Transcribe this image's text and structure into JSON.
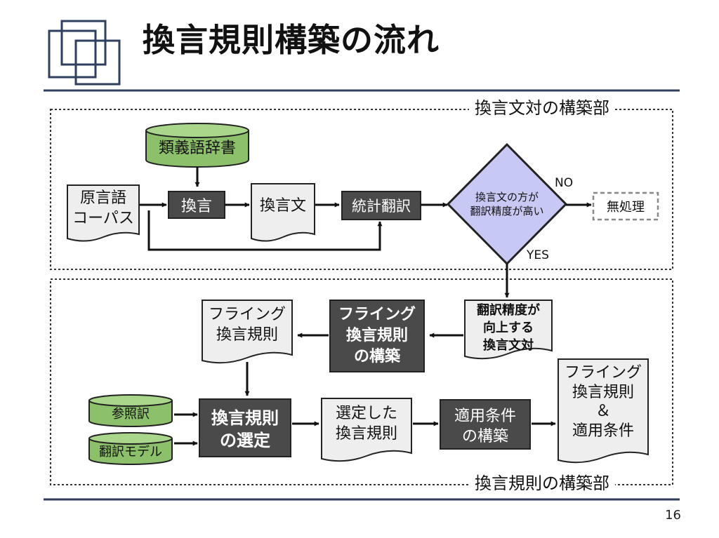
{
  "slide": {
    "title": "換言規則構築の流れ",
    "page_number": "16"
  },
  "sections": {
    "top_label": "換言文対の構築部",
    "bottom_label": "換言規則の構築部"
  },
  "nodes": {
    "synonym_dict": "類義語辞書",
    "source_corpus": [
      "原言語",
      "コーパス"
    ],
    "paraphrase": "換言",
    "paraphrase_sentence": "換言文",
    "smt": "統計翻訳",
    "decision": [
      "換言文の方が",
      "翻訳精度が高い"
    ],
    "no_label": "NO",
    "yes_label": "YES",
    "no_process": "無処理",
    "improved_pairs": [
      "翻訳精度が",
      "向上する",
      "換言文対"
    ],
    "build_flying_rules": [
      "フライング",
      "換言規則",
      "の構築"
    ],
    "flying_rules": [
      "フライング",
      "換言規則"
    ],
    "reference": "参照訳",
    "translation_model": "翻訳モデル",
    "select_rules": [
      "換言規則",
      "の選定"
    ],
    "selected_rules": [
      "選定した",
      "換言規則"
    ],
    "build_conditions": [
      "適用条件",
      "の構築"
    ],
    "output_doc": [
      "フライング",
      "換言規則",
      "＆",
      "適用条件"
    ]
  },
  "colors": {
    "accent_navy": "#2f3f5f",
    "dark_box": "#4a4a4a",
    "green": "#8cc06a",
    "decision_fill": "#c8c8f4",
    "doc_fill": "#eeeeee"
  }
}
